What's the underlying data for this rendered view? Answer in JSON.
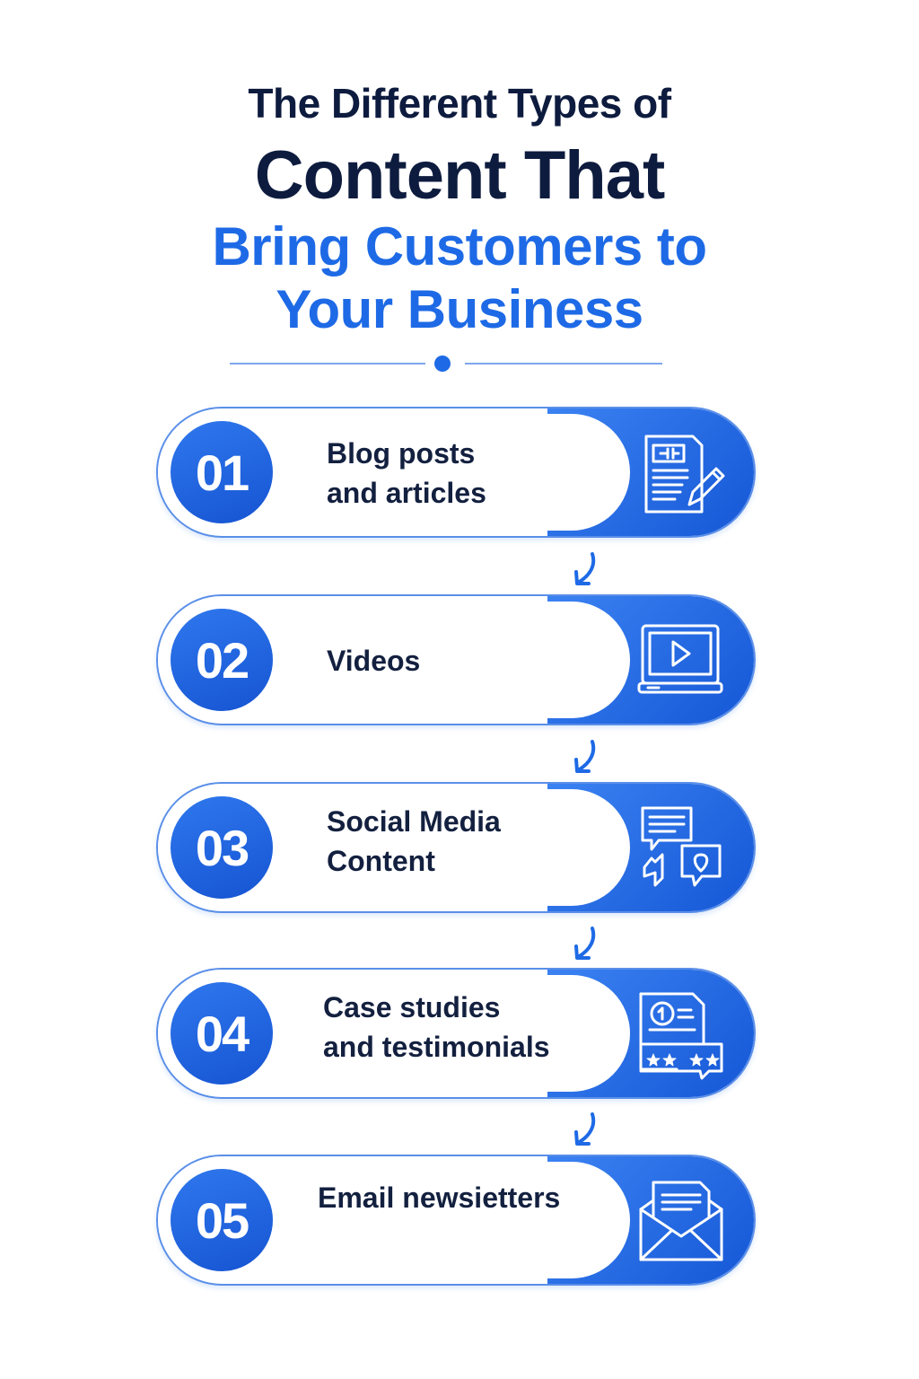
{
  "header": {
    "line1": "The Different Types of",
    "line2": "Content That",
    "line3": "Bring Customers to",
    "line4": "Your Business"
  },
  "colors": {
    "navy": "#0d1b3e",
    "blue": "#1e6ae6",
    "light_blue": "#7fa6ee"
  },
  "items": [
    {
      "number": "01",
      "label": "Blog posts\nand articles",
      "icon": "document-pencil-icon"
    },
    {
      "number": "02",
      "label": "Videos",
      "icon": "video-player-icon"
    },
    {
      "number": "03",
      "label": "Social Media\nContent",
      "icon": "chat-bubbles-icon"
    },
    {
      "number": "04",
      "label": "Case studies\nand testimonials",
      "icon": "testimonial-review-icon"
    },
    {
      "number": "05",
      "label": "Email newsietters",
      "icon": "envelope-letter-icon"
    }
  ]
}
